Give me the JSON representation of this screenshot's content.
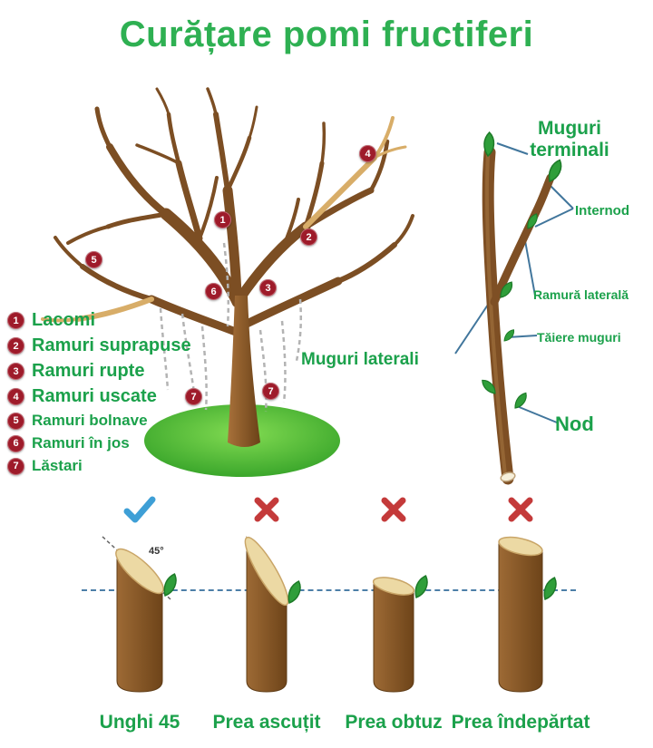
{
  "title": "Curățare pomi fructiferi",
  "legend": {
    "items": [
      {
        "num": "1",
        "label": "Lacomi"
      },
      {
        "num": "2",
        "label": "Ramuri suprapuse"
      },
      {
        "num": "3",
        "label": "Ramuri rupte"
      },
      {
        "num": "4",
        "label": "Ramuri uscate"
      },
      {
        "num": "5",
        "label": "Ramuri bolnave"
      },
      {
        "num": "6",
        "label": "Ramuri în jos"
      },
      {
        "num": "7",
        "label": "Lăstari"
      }
    ]
  },
  "tree": {
    "markers": [
      {
        "num": "4"
      },
      {
        "num": "1"
      },
      {
        "num": "2"
      },
      {
        "num": "5"
      },
      {
        "num": "6"
      },
      {
        "num": "3"
      },
      {
        "num": "7"
      },
      {
        "num": "7"
      }
    ]
  },
  "branch": {
    "terminal_buds": "Muguri terminali",
    "internode": "Internod",
    "lateral_branch": "Ramură laterală",
    "bud_cut": "Tăiere muguri",
    "node": "Nod",
    "lateral_buds": "Muguri laterali"
  },
  "cuts": {
    "angle_label": "45°",
    "items": [
      {
        "verdict": "correct",
        "label": "Unghi 45"
      },
      {
        "verdict": "wrong",
        "label": "Prea ascuțit"
      },
      {
        "verdict": "wrong",
        "label": "Prea obtuz"
      },
      {
        "verdict": "wrong",
        "label": "Prea îndepărtat"
      }
    ]
  },
  "colors": {
    "green_text": "#1ba14b",
    "title_green": "#2eb052",
    "badge_red": "#9e1b2a",
    "check_blue": "#3e9fd6",
    "x_red": "#c43a3a",
    "trunk_brown": "#8a5a2b",
    "dead_branch_tan": "#d8ad68",
    "grass_green": "#2f9e25"
  }
}
